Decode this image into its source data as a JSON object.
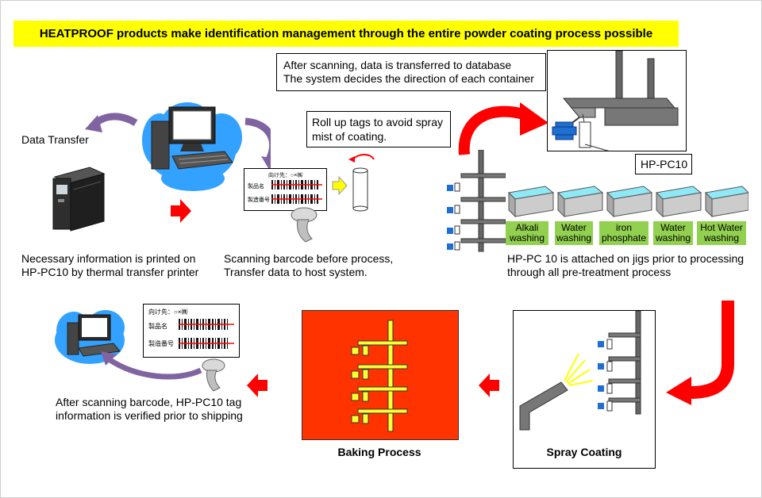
{
  "banner": "HEATPROOF products make identification management through  the entire powder coating  process possible",
  "notes": {
    "data_transfer": "Data Transfer",
    "database_line1": "After scanning, data is transferred to database",
    "database_line2": "The system decides the direction of each container",
    "roll_up_line1": "Roll up tags to avoid spray",
    "roll_up_line2": "mist of coating.",
    "tag_name": "HP-PC10"
  },
  "captions": {
    "printer_line1": "Necessary information is printed on",
    "printer_line2": "HP-PC10 by thermal transfer printer",
    "scan_line1": "Scanning barcode before process,",
    "scan_line2": "Transfer data  to host system.",
    "jig_line1": "HP-PC 10 is attached on jigs prior to processing",
    "jig_line2": "through all pre-treatment process",
    "ship_line1": "After scanning barcode, HP-PC10 tag",
    "ship_line2": "information is verified prior to shipping"
  },
  "pretreatment_stages": [
    {
      "line1": "Alkali",
      "line2": "washing"
    },
    {
      "line1": "Water",
      "line2": "washing"
    },
    {
      "line1": "iron",
      "line2": "phosphate"
    },
    {
      "line1": "Water",
      "line2": "washing"
    },
    {
      "line1": "Hot Water",
      "line2": "washing"
    }
  ],
  "process_boxes": {
    "baking": "Baking Process",
    "spray": "Spray Coating"
  },
  "label_card": {
    "dest": "向け先：○×㈱",
    "product": "製品名",
    "serial": "製造番号"
  },
  "colors": {
    "banner": "#ffff00",
    "arrow_red": "#ff0000",
    "arrow_purple": "#8064a2",
    "stage_green": "#92d050",
    "bath_water": "#8ee8f5",
    "baking_bg": "#ff3300",
    "jig_yellow": "#ffff33",
    "cloud_blue": "#33a1ff",
    "tag_blue": "#1f6fd1"
  }
}
